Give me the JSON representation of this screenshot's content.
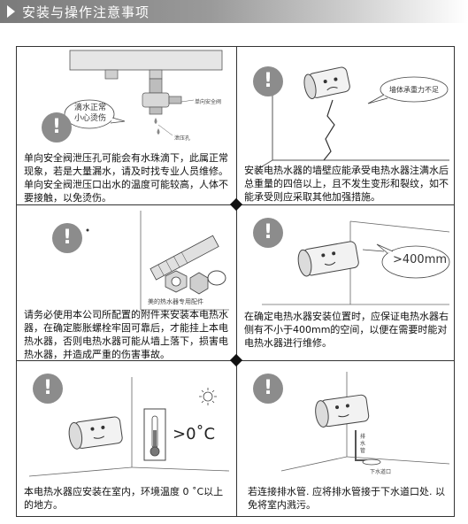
{
  "header": {
    "title": "安装与操作注意事项"
  },
  "icons": {
    "warning": "!"
  },
  "cells": [
    {
      "caption": "单向安全阀泄压孔可能会有水珠滴下，此属正常现象，若是大量漏水，请及时找专业人员维修。单向安全阀泄压口出水的温度可能较高，人体不要接触，以免烫伤。",
      "bubble": "滴水正常\n小心烫伤",
      "labels": [
        "单向安全阀",
        "泄压孔"
      ]
    },
    {
      "caption": "安装电热水器的墙壁应能承受电热水器注满水后总重量的四倍以上，且不发生变形和裂纹，如不能承受则应采取其他加强措施。",
      "bubble": "墙体承重力不足"
    },
    {
      "caption": "请务必使用本公司所配置的附件来安装本电热水器，在确定膨胀螺栓牢固可靠后，才能挂上本电热水器，否则电热水器可能从墙上落下，损害电热水器，并造成严重的伤害事故。",
      "label": "美的热水器专用配件"
    },
    {
      "caption": "在确定电热水器安装位置时，应保证电热水器右侧有不小于400mm的空间，以便在需要时能对电热水器进行维修。",
      "bubble": ">400mm"
    },
    {
      "caption": "本电热水器应安装在室内，环境温度 0 ˚C以上的地方。",
      "temp": ">0˚C"
    },
    {
      "caption": "若连接排水管. 应将排水管接于下水道口处. 以免将室内溅污。",
      "labels": [
        "排水管",
        "下水道口"
      ]
    }
  ]
}
